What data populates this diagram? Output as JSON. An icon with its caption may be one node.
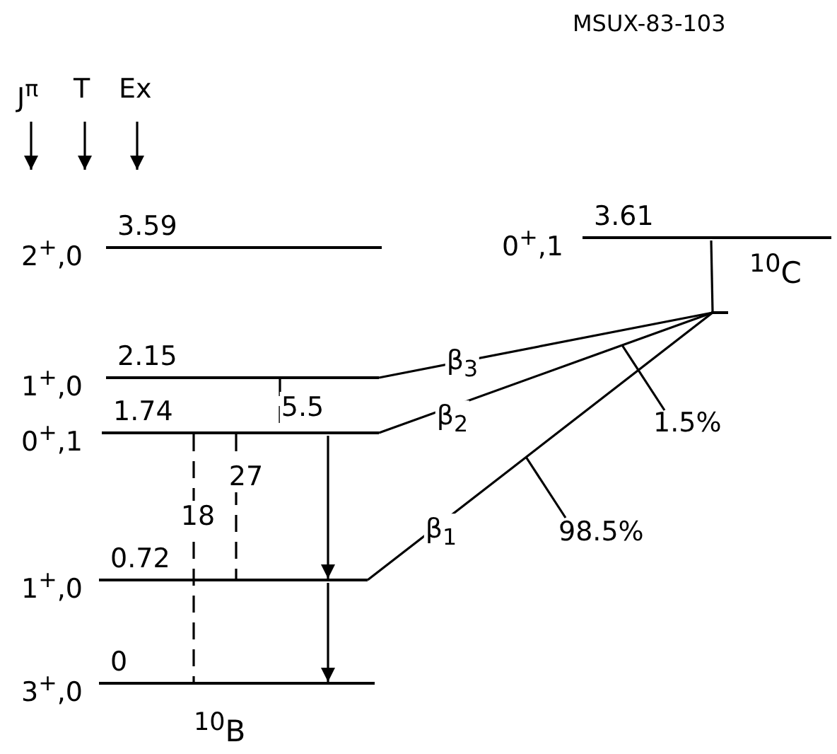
{
  "diagram": {
    "nodes": [
      {
        "text": [
          "2$^{+}$,0",
          "3.59"
        ]
      },
      {
        "text": [
          "1$^{+}$,0",
          "2.15"
        ]
      },
      {
        "text": [
          "0$^{+}$,1",
          "1.74"
        ]
      },
      {
        "text": [
          "1$^{+}$,0",
          "0.72"
        ]
      },
      {
        "text": [
          "3$^{+}$,0",
          "0"
        ]
      },
      {
        "text": [
          "0$^{+}$,1",
          "3.61"
        ]
      },
      {
        "text": [],
        "shape": "bar"
      },
      {
        "text": [
          "1.5%"
        ]
      },
      {
        "text": [
          "98.5%"
        ]
      }
    ],
    "edges": [
      {
        "from": 5,
        "to": 6,
        "arrow": "none"
      },
      {
        "from": 6,
        "to": 1,
        "arrow": "none",
        "label": "β$_{3}$"
      },
      {
        "from": 6,
        "to": 2,
        "arrow": "none",
        "label": "β$_{2}$"
      },
      {
        "from": 6,
        "to": 3,
        "arrow": "none",
        "label": "β$_{1}$"
      },
      {
        "from": 2,
        "to": 3,
        "arrow": "to"
      },
      {
        "from": 3,
        "to": 4,
        "arrow": "to"
      },
      {
        "from": 1,
        "to": 2,
        "arrow": "none",
        "label": "5.5",
        "style": "dashed"
      },
      {
        "from": 2,
        "to": 3,
        "arrow": "none",
        "label": "27",
        "style": "dashed"
      },
      {
        "from": 2,
        "to": 4,
        "arrow": "none",
        "label": "18",
        "style": "dashed"
      },
      {
        "from": 7,
        "to": null,
        "arrow": "none"
      },
      {
        "from": 8,
        "to": null,
        "arrow": "none"
      }
    ],
    "labels": [
      "MSUX-83-103",
      "J$^{π}$",
      "T",
      "Ex",
      "$^{10}$B",
      "$^{10}$C"
    ]
  }
}
